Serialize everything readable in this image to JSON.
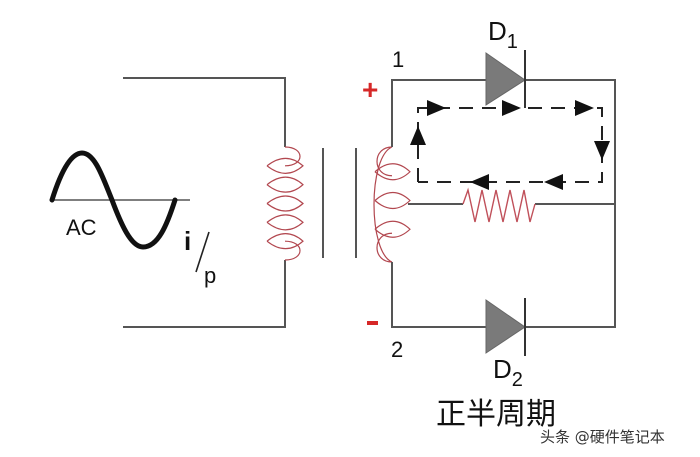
{
  "diagram": {
    "title": "正半周期",
    "watermark": "头条 @硬件笔记本",
    "source": {
      "label": "AC",
      "current_symbol": "i",
      "current_subscript": "p",
      "waveform": "sine"
    },
    "transformer": {
      "primary_turns": 5,
      "secondary_turns": 3,
      "secondary_terminals": [
        {
          "label": "1",
          "polarity": "+"
        },
        {
          "label": "2",
          "polarity": "-"
        }
      ],
      "center_tap": true
    },
    "diodes": [
      {
        "label": "D",
        "subscript": "1",
        "state": "conducting"
      },
      {
        "label": "D",
        "subscript": "2",
        "state": "blocking"
      }
    ],
    "load": {
      "type": "resistor"
    },
    "current_path": {
      "style": "dashed",
      "direction": "clockwise",
      "description": "terminal 1 → D1 → right rail → resistor → center tap"
    },
    "colors": {
      "wire": "#555555",
      "coil": "#b2474f",
      "polarity": "#d62828",
      "diode_fill": "#7a7a7a",
      "arrow": "#111111"
    }
  }
}
